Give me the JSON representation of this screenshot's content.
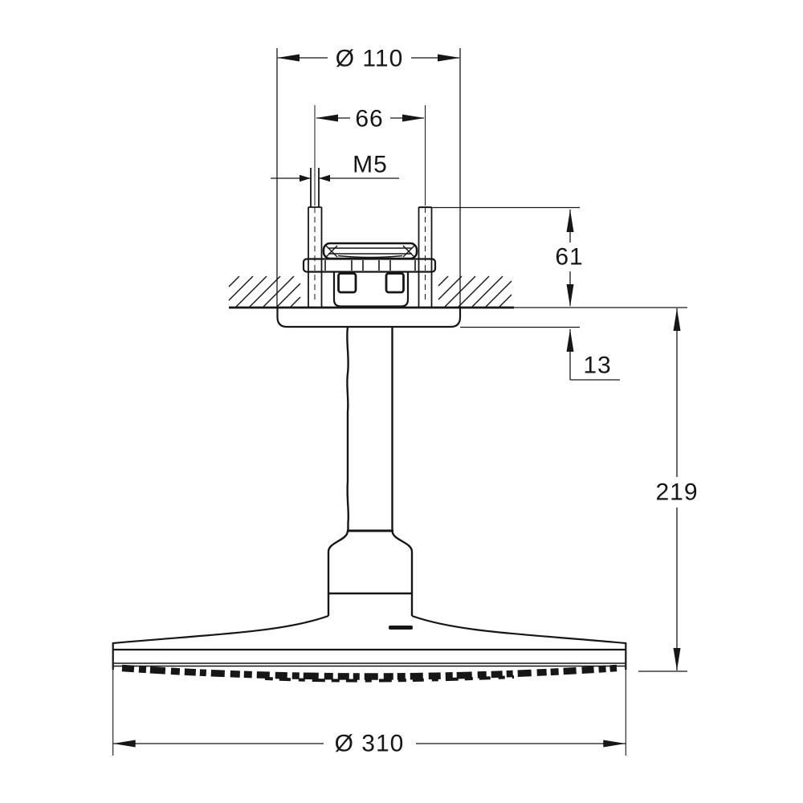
{
  "drawing": {
    "dimensions": {
      "escutcheon_diameter": "Ø 110",
      "screw_spacing": "66",
      "thread_size": "M5",
      "above_ceiling_height": "61",
      "escutcheon_height": "13",
      "drop_height": "219",
      "head_diameter": "Ø 310"
    }
  }
}
